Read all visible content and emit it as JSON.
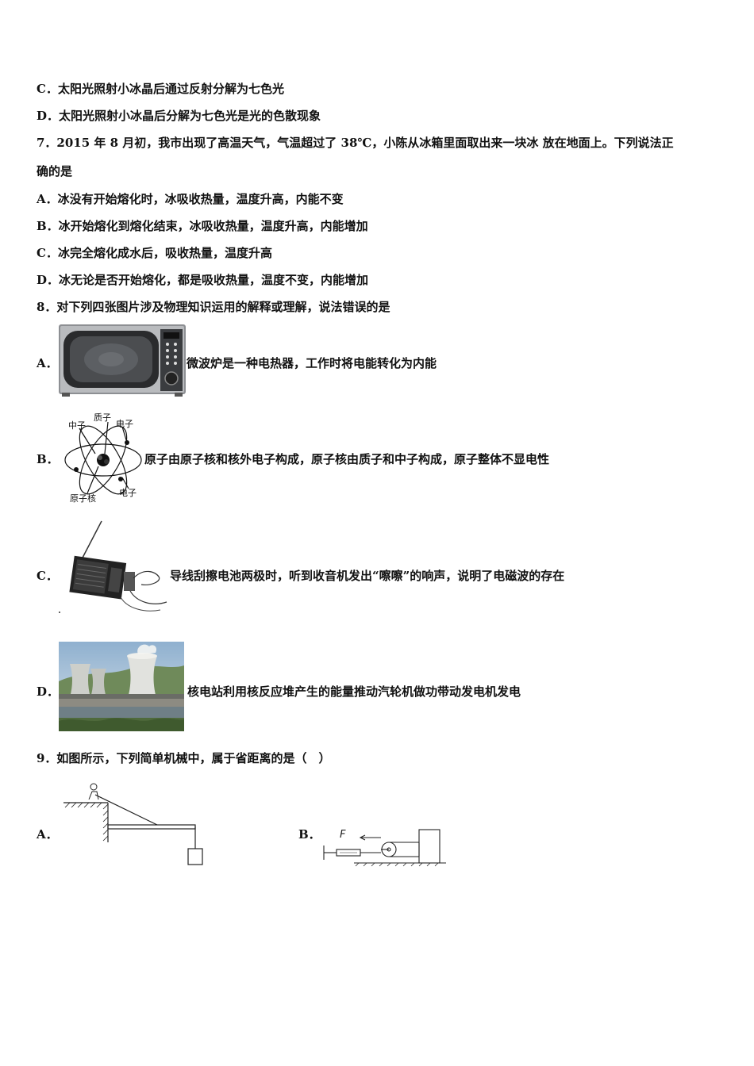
{
  "q6": {
    "option_c": "C．太阳光照射小冰晶后通过反射分解为七色光",
    "option_d": "D．太阳光照射小冰晶后分解为七色光是光的色散现象"
  },
  "q7": {
    "stem_line1": "7．2015 年 8 月初，我市出现了高温天气，气温超过了 38℃，小陈从冰箱里面取出来一块冰 放在地面上。下列说法正",
    "stem_line2": "确的是",
    "option_a": "A．冰没有开始熔化时，冰吸收热量，温度升高，内能不变",
    "option_b": "B．冰开始熔化到熔化结束，冰吸收热量，温度升高，内能增加",
    "option_c": "C．冰完全熔化成水后，吸收热量，温度升高",
    "option_d": "D．冰无论是否开始熔化，都是吸收热量，温度不变，内能增加"
  },
  "q8": {
    "stem": "8．对下列四张图片涉及物理知识运用的解释或理解，说法错误的是",
    "a_label": "A．",
    "a_text": "微波炉是一种电热器，工作时将电能转化为内能",
    "b_label": "B．",
    "b_text": "原子由原子核和核外电子构成，原子核由质子和中子构成，原子整体不显电性",
    "b_fig_labels": {
      "neutron": "中子",
      "proton": "质子",
      "electron_top": "电子",
      "nucleus": "原子核",
      "electron_bottom": "电子"
    },
    "c_label": "C．",
    "c_text": "导线刮擦电池两极时，听到收音机发出“嚓嚓”的响声，说明了电磁波的存在",
    "d_label": "D．",
    "d_text": "核电站利用核反应堆产生的能量推动汽轮机做功带动发电机发电"
  },
  "q9": {
    "stem": "9．如图所示，下列简单机械中，属于省距离的是（　）",
    "a_label": "A．",
    "b_label": "B．",
    "b_force_label": "F"
  }
}
